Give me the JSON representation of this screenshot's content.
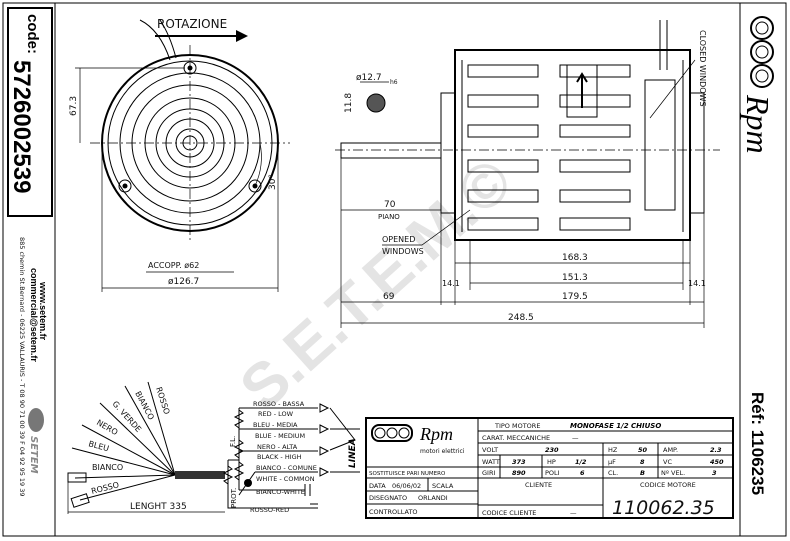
{
  "sidebar": {
    "code_label": "code:",
    "code_value": "5726002539",
    "website": "www.setem.fr",
    "email": "commercial@setem.fr",
    "address": "885 chemin St.Bernard  -  06225 VALLAURIS  -  T 08 90 71 00 39  F 04 92 95 19 39",
    "company_logo": "SETEM"
  },
  "right_bar": {
    "brand_logo": "Rpm",
    "ref_label": "Réf: 1106235"
  },
  "front_view": {
    "rotation_label": "ROTAZIONE",
    "dim_height": "67.3",
    "dim_angle": "30°",
    "dim_accopp": "ACCOPP. ø62",
    "dim_diameter": "ø126.7"
  },
  "side_view": {
    "shaft_diameter": "ø12.7",
    "shaft_tolerance": "h6",
    "shaft_flat": "11.8",
    "closed_windows": "CLOSED WINDOWS",
    "opened_windows_1": "OPENED",
    "opened_windows_2": "WINDOWS",
    "dim_70": "70",
    "dim_piano": "PIANO",
    "dim_168": "168.3",
    "dim_151": "151.3",
    "dim_14a": "14.1",
    "dim_14b": "14.1",
    "dim_179": "179.5",
    "dim_69": "69",
    "dim_248": "248.5"
  },
  "wires": {
    "labels": [
      "ROSSO",
      "BIANCO",
      "G. VERDE",
      "NERO",
      "BLEU",
      "BIANCO",
      "ROSSO"
    ],
    "length": "LENGHT 335"
  },
  "schematic": {
    "fl": "F.L.",
    "prot": "PROT.",
    "linea": "LINEA",
    "lines": [
      {
        "it": "ROSSO - BASSA",
        "en": "RED - LOW"
      },
      {
        "it": "BLEU - MEDIA",
        "en": "BLUE - MEDIUM"
      },
      {
        "it": "NERO - ALTA",
        "en": "BLACK - HIGH"
      },
      {
        "it": "BIANCO - COMUNE",
        "en": "WHITE - COMMON"
      }
    ],
    "bianco_white": "BIANCO-WHITE",
    "rosso_red": "ROSSO-RED"
  },
  "title_block": {
    "logo_text": "Rpm",
    "logo_sub": "motori elettrici",
    "tipo_motore_label": "TIPO MOTORE",
    "tipo_motore_value": "MONOFASE 1/2 CHIUSO",
    "carat_label": "CARAT. MECCANICHE",
    "carat_value": "—",
    "volt_label": "VOLT",
    "volt_value": "230",
    "hz_label": "HZ",
    "hz_value": "50",
    "amp_label": "AMP.",
    "amp_value": "2.3",
    "watt_label": "WATT",
    "watt_value": "373",
    "hp_label": "HP",
    "hp_value": "1/2",
    "uf_label": "µF",
    "uf_value": "8",
    "vc_label": "VC",
    "vc_value": "450",
    "giri_label": "GIRI",
    "giri_value": "890",
    "poli_label": "POLI",
    "poli_value": "6",
    "cl_label": "CL.",
    "cl_value": "B",
    "vel_label": "Nº VEL.",
    "vel_value": "3",
    "sostituisce": "SOSTITUISCE PARI NUMERO",
    "data_label": "DATA",
    "data_value": "06/06/02",
    "scala_label": "SCALA",
    "disegnato_label": "DISEGNATO",
    "disegnato_value": "ORLANDI",
    "controllato_label": "CONTROLLATO",
    "cliente_label": "CLIENTE",
    "codice_cliente_label": "CODICE CLIENTE",
    "codice_cliente_value": "—",
    "codice_motore_label": "CODICE MOTORE",
    "codice_motore_value": "110062.35"
  },
  "watermark": "S.E.T.E.M.©"
}
